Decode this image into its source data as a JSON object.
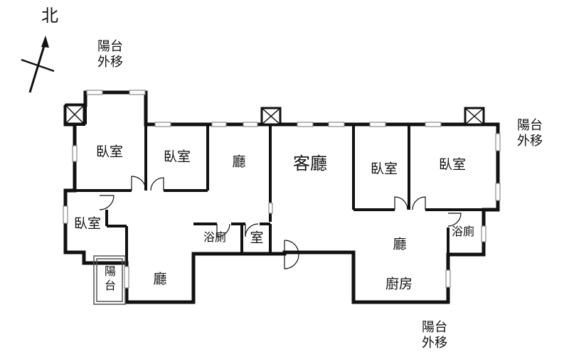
{
  "compass": {
    "north": "北"
  },
  "rooms": {
    "bedroom_a": "臥室",
    "bedroom_b": "臥室",
    "bedroom_c": "臥室",
    "bedroom_d": "臥室",
    "bedroom_e": "臥室",
    "hall_center": "廳",
    "living_room": "客廳",
    "hall_right": "廳",
    "hall_bottom": "廳",
    "bath_left": "浴廁",
    "bath_right": "浴廁",
    "room_small": "室",
    "kitchen": "廚房",
    "balcony_small_1": "陽",
    "balcony_small_2": "台"
  },
  "notes": {
    "balcony_moved_top": [
      "陽台",
      "外移"
    ],
    "balcony_moved_right": [
      "陽台",
      "外移"
    ],
    "balcony_moved_bottom": [
      "陽台",
      "外移"
    ]
  },
  "colors": {
    "wall": "#111111",
    "window": "#9a9a9a",
    "background": "#ffffff"
  }
}
